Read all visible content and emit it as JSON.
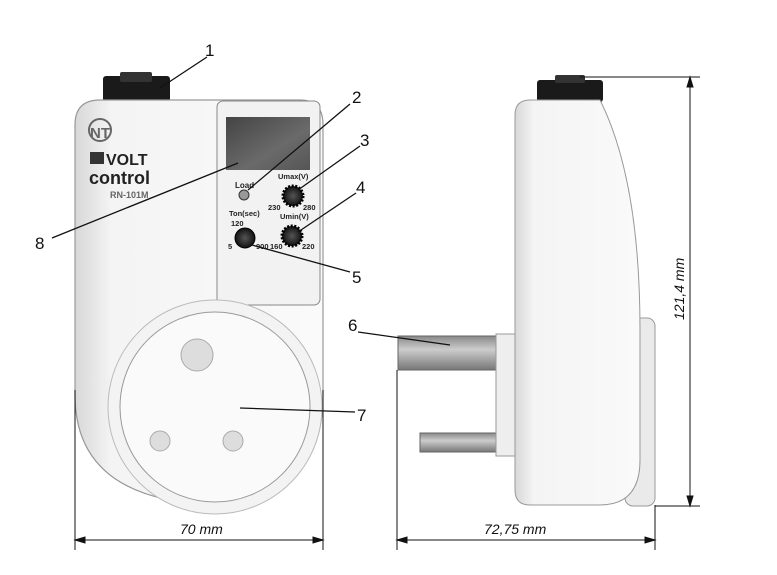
{
  "device": {
    "brand_line1": "VOLT",
    "brand_line2": "control",
    "model": "RN-101M",
    "load_label": "Load",
    "umax": {
      "title": "Umax(V)",
      "min": "230",
      "max": "280"
    },
    "umin": {
      "title": "Umin(V)",
      "min": "160",
      "max": "220"
    },
    "ton": {
      "title": "Ton(sec)",
      "min": "5",
      "mid": "120",
      "max": "900"
    }
  },
  "callouts": [
    "1",
    "2",
    "3",
    "4",
    "5",
    "6",
    "7",
    "8"
  ],
  "dimensions": {
    "width_front": "70 mm",
    "depth_side": "72,75 mm",
    "height": "121,4 mm"
  }
}
